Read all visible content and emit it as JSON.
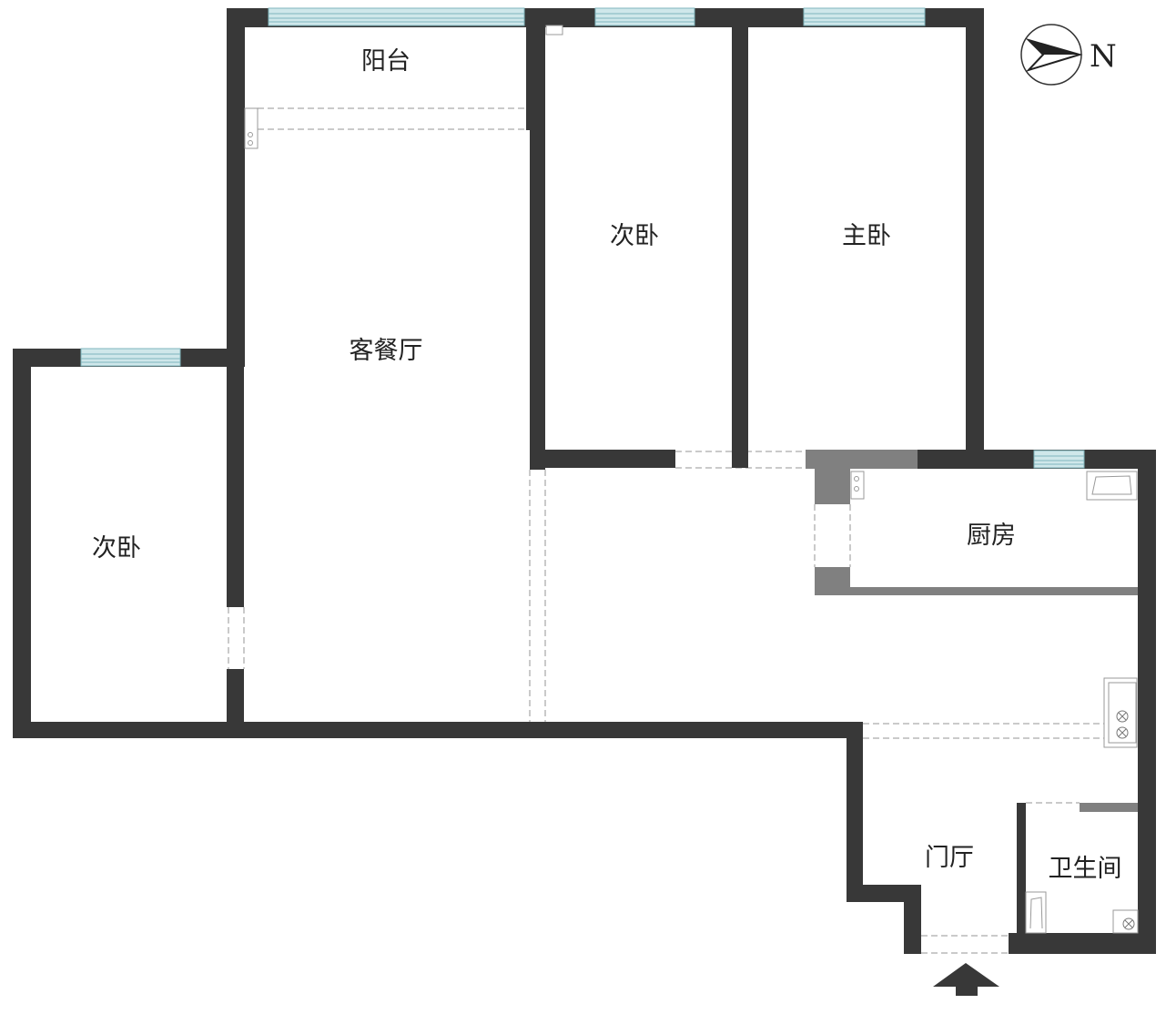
{
  "colors": {
    "wall": "#383838",
    "partition": "#808080",
    "window": "#cfe7ea",
    "window_line": "#7fb6bd",
    "arrow": "#383838"
  },
  "compass": {
    "label": "N",
    "icon": "compass-arrow-icon"
  },
  "rooms": {
    "balcony": "阳台",
    "living_dining": "客餐厅",
    "second_bedroom_north": "次卧",
    "master_bedroom": "主卧",
    "second_bedroom_west": "次卧",
    "kitchen": "厨房",
    "foyer": "门厅",
    "bathroom": "卫生间"
  },
  "entrance": {
    "icon": "entrance-arrow-icon"
  }
}
